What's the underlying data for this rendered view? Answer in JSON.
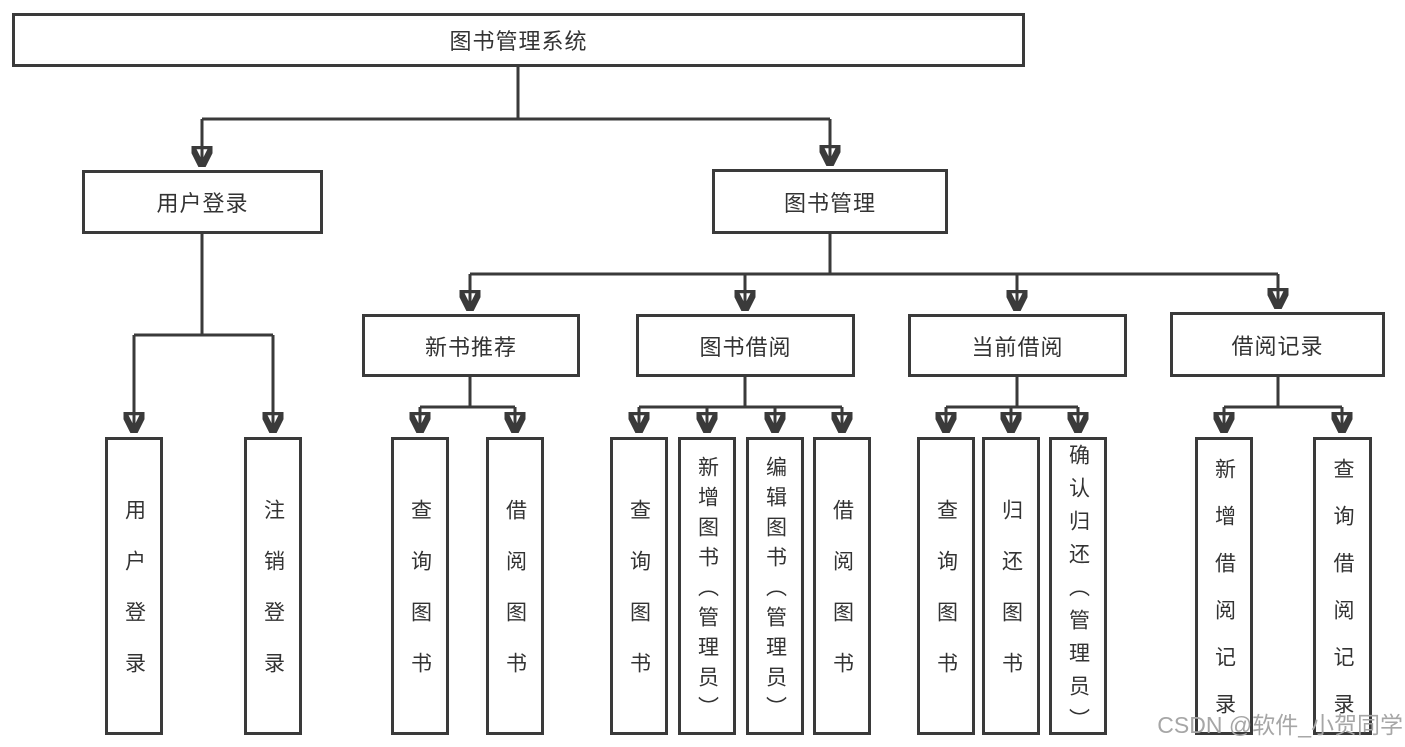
{
  "diagram": {
    "root": "图书管理系统",
    "branches": [
      {
        "label": "用户登录",
        "children": [
          "用户登录",
          "注销登录"
        ]
      },
      {
        "label": "图书管理",
        "children": [
          {
            "label": "新书推荐",
            "children": [
              "查询图书",
              "借阅图书"
            ]
          },
          {
            "label": "图书借阅",
            "children": [
              "查询图书",
              "新增图书（管理员）",
              "编辑图书（管理员）",
              "借阅图书"
            ]
          },
          {
            "label": "当前借阅",
            "children": [
              "查询图书",
              "归还图书",
              "确认归还（管理员）"
            ]
          },
          {
            "label": "借阅记录",
            "children": [
              "新增借阅记录",
              "查询借阅记录"
            ]
          }
        ]
      }
    ]
  },
  "watermark": "CSDN @软件_小贺同学",
  "colors": {
    "line": "#3a3a3a",
    "text": "#333333",
    "watermark": "#a6a6a6",
    "background": "#ffffff"
  }
}
